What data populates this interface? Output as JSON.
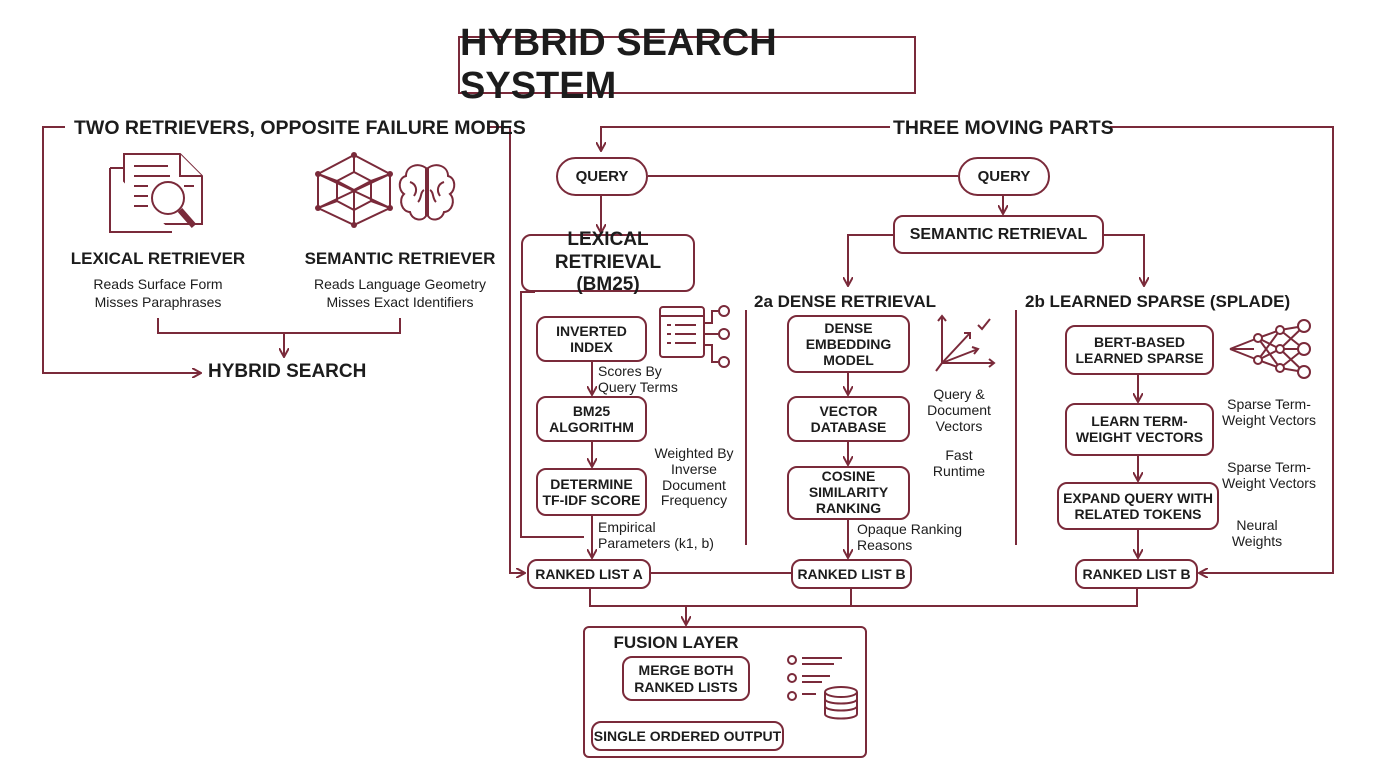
{
  "title": "HYBRID SEARCH SYSTEM",
  "left": {
    "heading": "TWO RETRIEVERS, OPPOSITE FAILURE MODES",
    "lexical": {
      "title": "LEXICAL RETRIEVER",
      "line1": "Reads Surface Form",
      "line2": "Misses Paraphrases"
    },
    "semantic": {
      "title": "SEMANTIC RETRIEVER",
      "line1": "Reads Language Geometry",
      "line2": "Misses Exact Identifiers"
    },
    "hybrid": "HYBRID SEARCH"
  },
  "right": {
    "heading": "THREE MOVING PARTS",
    "query_left": "QUERY",
    "query_right": "QUERY",
    "lexical_retrieval": "LEXICAL RETRIEVAL (BM25)",
    "semantic_retrieval": "SEMANTIC RETRIEVAL",
    "dense": {
      "heading": "2a DENSE RETRIEVAL",
      "model": "DENSE EMBEDDING MODEL",
      "vector_db": "VECTOR DATABASE",
      "cosine": "COSINE SIMILARITY RANKING",
      "note_vectors": "Query & Document Vectors",
      "note_runtime": "Fast Runtime",
      "note_opaque": "Opaque Ranking Reasons",
      "ranked": "RANKED LIST B"
    },
    "sparse": {
      "heading": "2b LEARNED SPARSE (SPLADE)",
      "bert": "BERT-BASED LEARNED SPARSE",
      "learn": "LEARN TERM-WEIGHT VECTORS",
      "expand": "EXPAND QUERY WITH RELATED TOKENS",
      "note_sparse1": "Sparse Term-Weight Vectors",
      "note_sparse2": "Sparse Term-Weight Vectors",
      "note_neural": "Neural Weights",
      "ranked": "RANKED LIST B"
    },
    "bm25": {
      "inverted": "INVERTED INDEX",
      "algorithm": "BM25 ALGORITHM",
      "tfidf": "DETERMINE TF-IDF SCORE",
      "note_scores": "Scores By Query Terms",
      "note_weighted": "Weighted By Inverse Document Frequency",
      "note_params": "Empirical Parameters (k1, b)",
      "ranked": "RANKED LIST A"
    },
    "fusion": {
      "heading": "FUSION LAYER",
      "merge": "MERGE BOTH RANKED LISTS",
      "output": "SINGLE ORDERED OUTPUT"
    }
  },
  "colors": {
    "accent": "#7a2a3a",
    "text": "#1c1c1c",
    "background": "#ffffff"
  },
  "icons": [
    "document-magnifier-icon",
    "network-cube-icon",
    "brain-icon",
    "index-list-icon",
    "vector-axes-icon",
    "neural-net-icon",
    "list-icon",
    "database-icon"
  ]
}
